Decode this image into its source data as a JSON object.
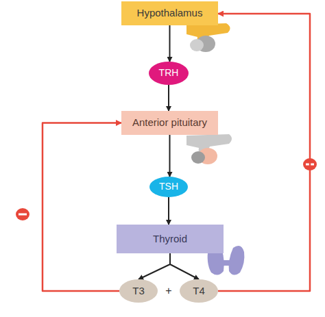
{
  "diagram": {
    "nodes": [
      {
        "text": [
          "Hypothalamus"
        ]
      },
      {
        "text": [
          "TRH"
        ]
      },
      {
        "text": [
          "Anterior pituitary"
        ]
      },
      {
        "text": [
          "TSH"
        ]
      },
      {
        "text": [
          "Thyroid"
        ]
      },
      {
        "text": [
          "T3"
        ]
      },
      {
        "text": [
          "T4"
        ]
      }
    ],
    "edges": [
      {
        "from": 0,
        "to": 1,
        "arrow": "to"
      },
      {
        "from": 1,
        "to": 2,
        "arrow": "to"
      },
      {
        "from": 2,
        "to": 3,
        "arrow": "to"
      },
      {
        "from": 3,
        "to": 4,
        "arrow": "to"
      },
      {
        "from": 4,
        "to": 5,
        "arrow": "to"
      },
      {
        "from": 4,
        "to": 6,
        "arrow": "to"
      },
      {
        "from": 5,
        "to": 2,
        "arrow": "to"
      },
      {
        "from": 6,
        "to": 0,
        "arrow": "to"
      }
    ],
    "labels": [
      "+"
    ]
  }
}
